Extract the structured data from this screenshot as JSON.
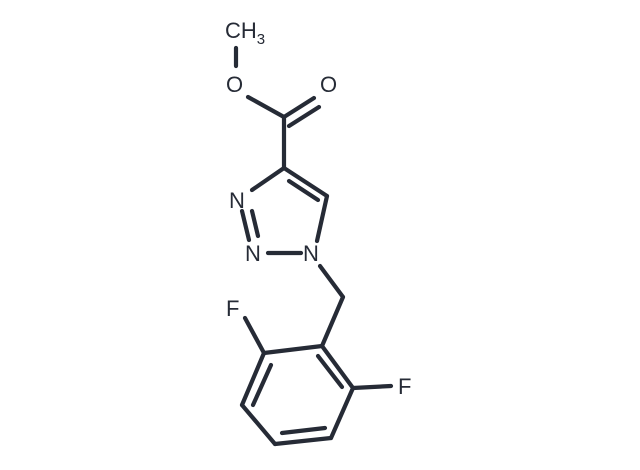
{
  "molecule": {
    "atoms": {
      "methyl": "CH",
      "methyl_subscript": "3",
      "ester_oxygen": "O",
      "carbonyl_oxygen": "O",
      "ring_n2": "N",
      "ring_n3": "N",
      "ring_n1": "N",
      "fluorine_left": "F",
      "fluorine_right": "F"
    },
    "colors": {
      "bond": "#262b36",
      "label": "#262b36",
      "background": "#ffffff"
    }
  }
}
